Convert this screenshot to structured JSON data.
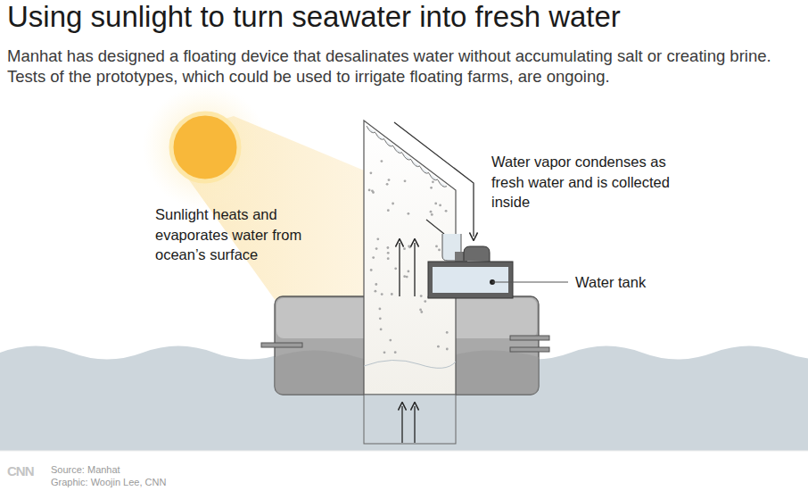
{
  "diagram": {
    "title": "Using sunlight to turn seawater into fresh water",
    "caption": "Manhat has designed a floating device that desalinates water without accumulating salt or creating brine. Tests of the prototypes, which could be used to irrigate floating farms, are ongoing.",
    "labels": [
      "Sunlight heats and evaporates water from ocean’s surface",
      "Water vapor condenses as fresh water and is collected inside",
      "Water tank",
      "CNN",
      "Source: Manhat",
      "Graphic: Woojin Lee, CNN"
    ]
  }
}
